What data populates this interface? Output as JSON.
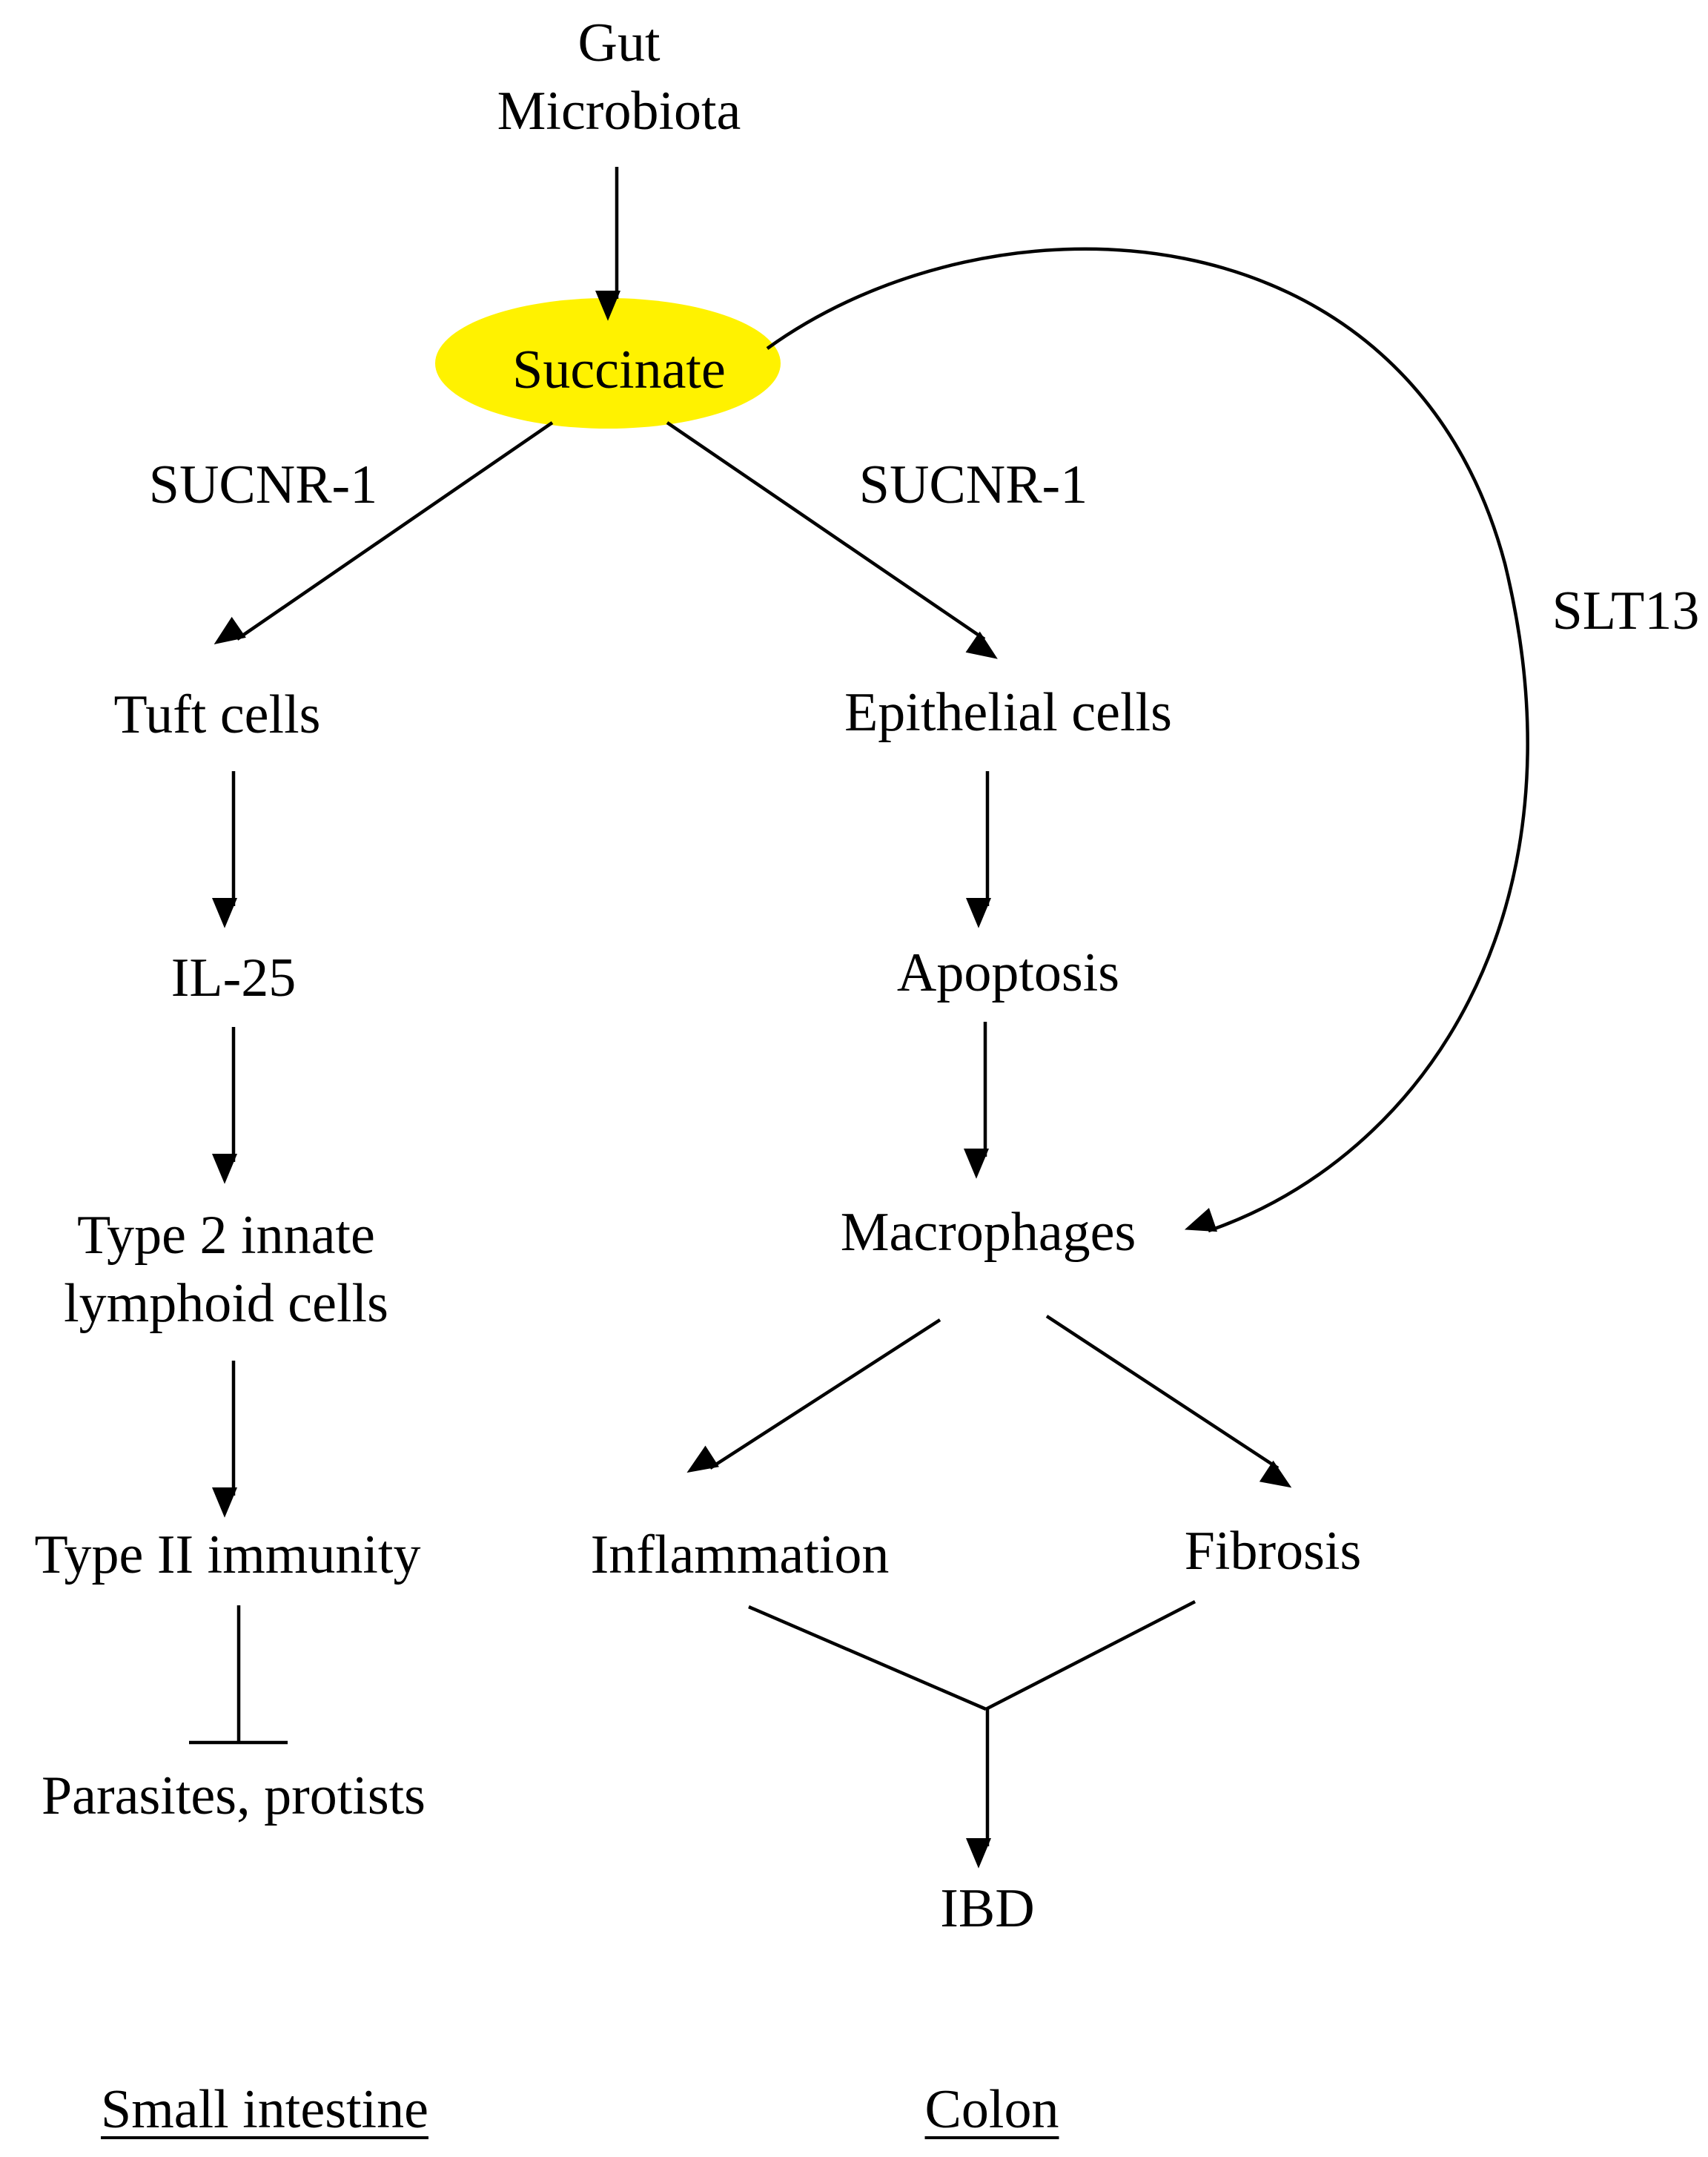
{
  "nodes": {
    "gut_microbiota": "Gut\nMicrobiota",
    "succinate": "Succinate",
    "sucnr1_left": "SUCNR-1",
    "sucnr1_right": "SUCNR-1",
    "slt13": "SLT13",
    "tuft_cells": "Tuft cells",
    "epithelial_cells": "Epithelial cells",
    "il25": "IL-25",
    "apoptosis": "Apoptosis",
    "ilc2": "Type 2 innate\nlymphoid cells",
    "macrophages": "Macrophages",
    "type2_immunity": "Type II immunity",
    "inflammation": "Inflammation",
    "fibrosis": "Fibrosis",
    "parasites": "Parasites, protists",
    "ibd": "IBD"
  },
  "regions": {
    "small_intestine": "Small intestine",
    "colon": "Colon"
  },
  "colors": {
    "succinate_fill": "#FFF200",
    "line": "#000000"
  }
}
